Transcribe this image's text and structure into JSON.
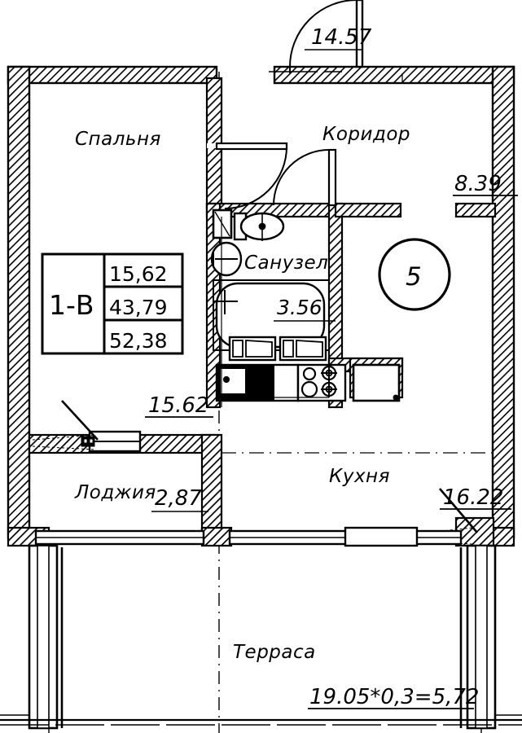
{
  "drawing": {
    "type": "architectural-floor-plan",
    "apartment_number": "5",
    "unit_code": "1-В",
    "areas_table": {
      "living_area": "15,62",
      "total_area_excl": "43,79",
      "total_area_incl": "52,38"
    },
    "rooms": [
      {
        "name": "Спальня",
        "area": "15.62"
      },
      {
        "name": "Коридор",
        "area": "8.39"
      },
      {
        "name": "Санузел",
        "area": "3.56"
      },
      {
        "name": "Кухня",
        "area": "16.22"
      },
      {
        "name": "Лоджия",
        "area": "2,87"
      },
      {
        "name": "Терраса",
        "area": "19.05*0,3=5,72"
      }
    ],
    "entrance_dim": "14.57",
    "labels": {
      "bedroom": "Спальня",
      "corridor": "Коридор",
      "bathroom": "Санузел",
      "kitchen": "Кухня",
      "loggia": "Лоджия",
      "terrace": "Терраса",
      "bedroom_area": "15.62",
      "corridor_area": "8.39",
      "bathroom_area": "3.56",
      "kitchen_area": "16.22",
      "loggia_area": "2,87",
      "terrace_calc": "19.05*0,3=5,72",
      "entrance_area": "14.57"
    },
    "colors": {
      "line": "#000000",
      "background": "#ffffff",
      "hatch": "#000000"
    }
  }
}
